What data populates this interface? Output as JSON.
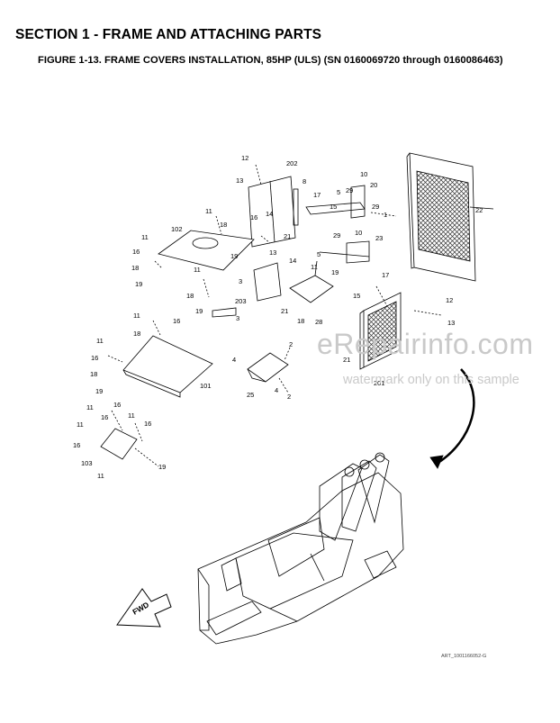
{
  "header": {
    "section_title": "SECTION 1 - FRAME AND ATTACHING PARTS",
    "figure_title": "FIGURE 1-13. FRAME COVERS INSTALLATION, 85HP (ULS) (SN 0160069720 through 0160086463)"
  },
  "watermark": {
    "main": "eRepairinfo.com",
    "sub": "watermark only on this sample"
  },
  "diagram": {
    "art_id": "ART_1001166052-G",
    "fwd_label": "FWD",
    "callouts": [
      "12",
      "202",
      "13",
      "8",
      "17",
      "10",
      "5",
      "29",
      "20",
      "16",
      "14",
      "15",
      "29",
      "1",
      "11",
      "22",
      "18",
      "102",
      "21",
      "5",
      "29",
      "10",
      "23",
      "11",
      "19",
      "13",
      "16",
      "14",
      "18",
      "11",
      "19",
      "3",
      "17",
      "19",
      "11",
      "15",
      "18",
      "203",
      "21",
      "18",
      "28",
      "12",
      "19",
      "3",
      "13",
      "11",
      "16",
      "18",
      "2",
      "11",
      "4",
      "16",
      "21",
      "18",
      "25",
      "4",
      "2",
      "19",
      "201",
      "101",
      "11",
      "16",
      "11",
      "16",
      "11",
      "16",
      "103",
      "19",
      "11"
    ]
  },
  "colors": {
    "line": "#000000",
    "watermark": "#c9c9c9",
    "grille": "#333333"
  }
}
